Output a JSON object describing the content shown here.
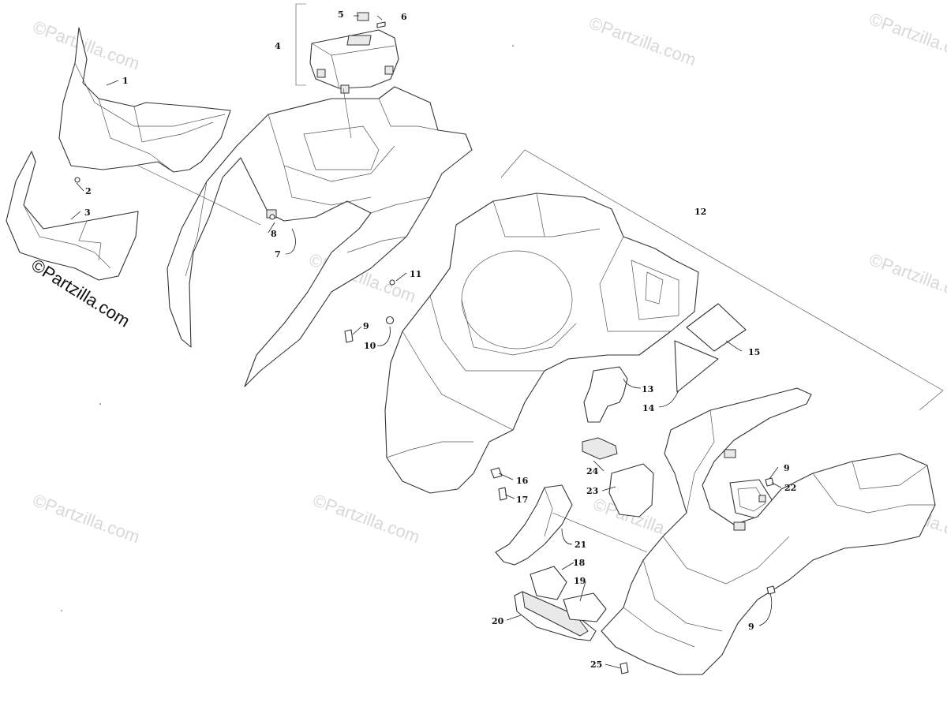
{
  "watermark": {
    "text": "©Partzilla.com",
    "color": "#d8d8d8"
  },
  "brand_mark": {
    "text": "©Partzilla.com",
    "color": "#111111"
  },
  "callouts": [
    "1",
    "2",
    "3",
    "4",
    "5",
    "6",
    "7",
    "8",
    "9",
    "10",
    "11",
    "12",
    "13",
    "14",
    "15",
    "16",
    "17",
    "18",
    "19",
    "20",
    "21",
    "22",
    "23",
    "24",
    "25"
  ],
  "callouts_repeat": {
    "9b": "9",
    "9c": "9"
  }
}
